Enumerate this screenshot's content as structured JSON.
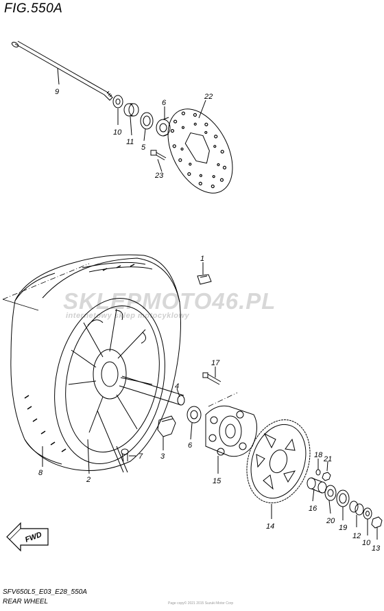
{
  "figure": {
    "title": "FIG.550A",
    "model_code": "SFV650L5_E03_E28_550A",
    "section_name": "REAR WHEEL"
  },
  "watermark": {
    "brand": "SKLEPMOTO46.PL",
    "tagline": "internetowy sklep motocyklowy"
  },
  "direction_badge": "FWD",
  "fine_print": "Page copy© 2021 2015 Suzuki Motor Corp",
  "part_labels": {
    "p1": "1",
    "p2": "2",
    "p3": "3",
    "p4": "4",
    "p5": "5",
    "p6": "6",
    "p6b": "6",
    "p7": "7",
    "p8": "8",
    "p9": "9",
    "p10": "10",
    "p10b": "10",
    "p11": "11",
    "p12": "12",
    "p13": "13",
    "p14": "14",
    "p15": "15",
    "p16": "16",
    "p17": "17",
    "p18": "18",
    "p19": "19",
    "p20": "20",
    "p21": "21",
    "p22": "22",
    "p23": "23"
  },
  "colors": {
    "ink": "#000000",
    "watermark": "#d8d8d8",
    "background": "#ffffff"
  }
}
